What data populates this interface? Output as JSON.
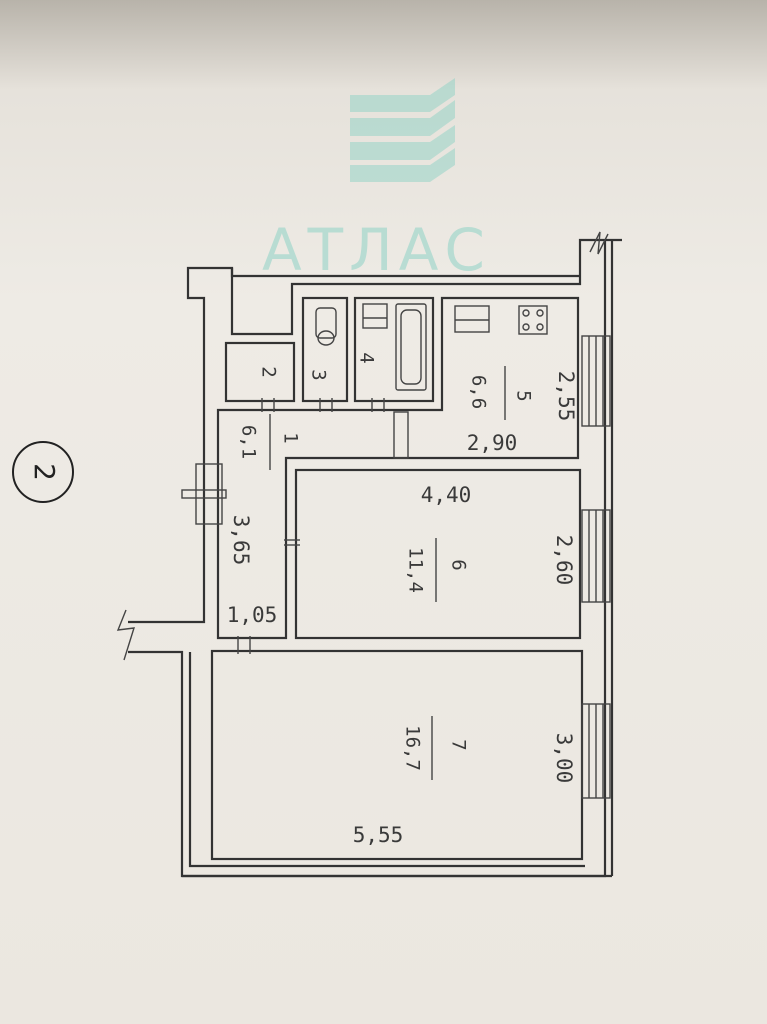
{
  "watermark": {
    "brand": "АТЛАС"
  },
  "sheet": {
    "circle_label": "2"
  },
  "rooms": [
    {
      "number": "1",
      "area": "6,1"
    },
    {
      "number": "2",
      "area": ""
    },
    {
      "number": "3",
      "area": ""
    },
    {
      "number": "4",
      "area": ""
    },
    {
      "number": "5",
      "area": "6,6"
    },
    {
      "number": "6",
      "area": "11,4"
    },
    {
      "number": "7",
      "area": "16,7"
    }
  ],
  "dimensions": {
    "kitchen_width": "2,55",
    "kitchen_length": "2,90",
    "hall_length": "3,65",
    "hall_width": "1,05",
    "room6_length": "4,40",
    "room6_width": "2,60",
    "room7_width": "3,00",
    "room7_length": "5,55"
  },
  "colors": {
    "wall": "#333333",
    "watermark": "#8fd3c6",
    "paper": "#ebe7e0"
  }
}
